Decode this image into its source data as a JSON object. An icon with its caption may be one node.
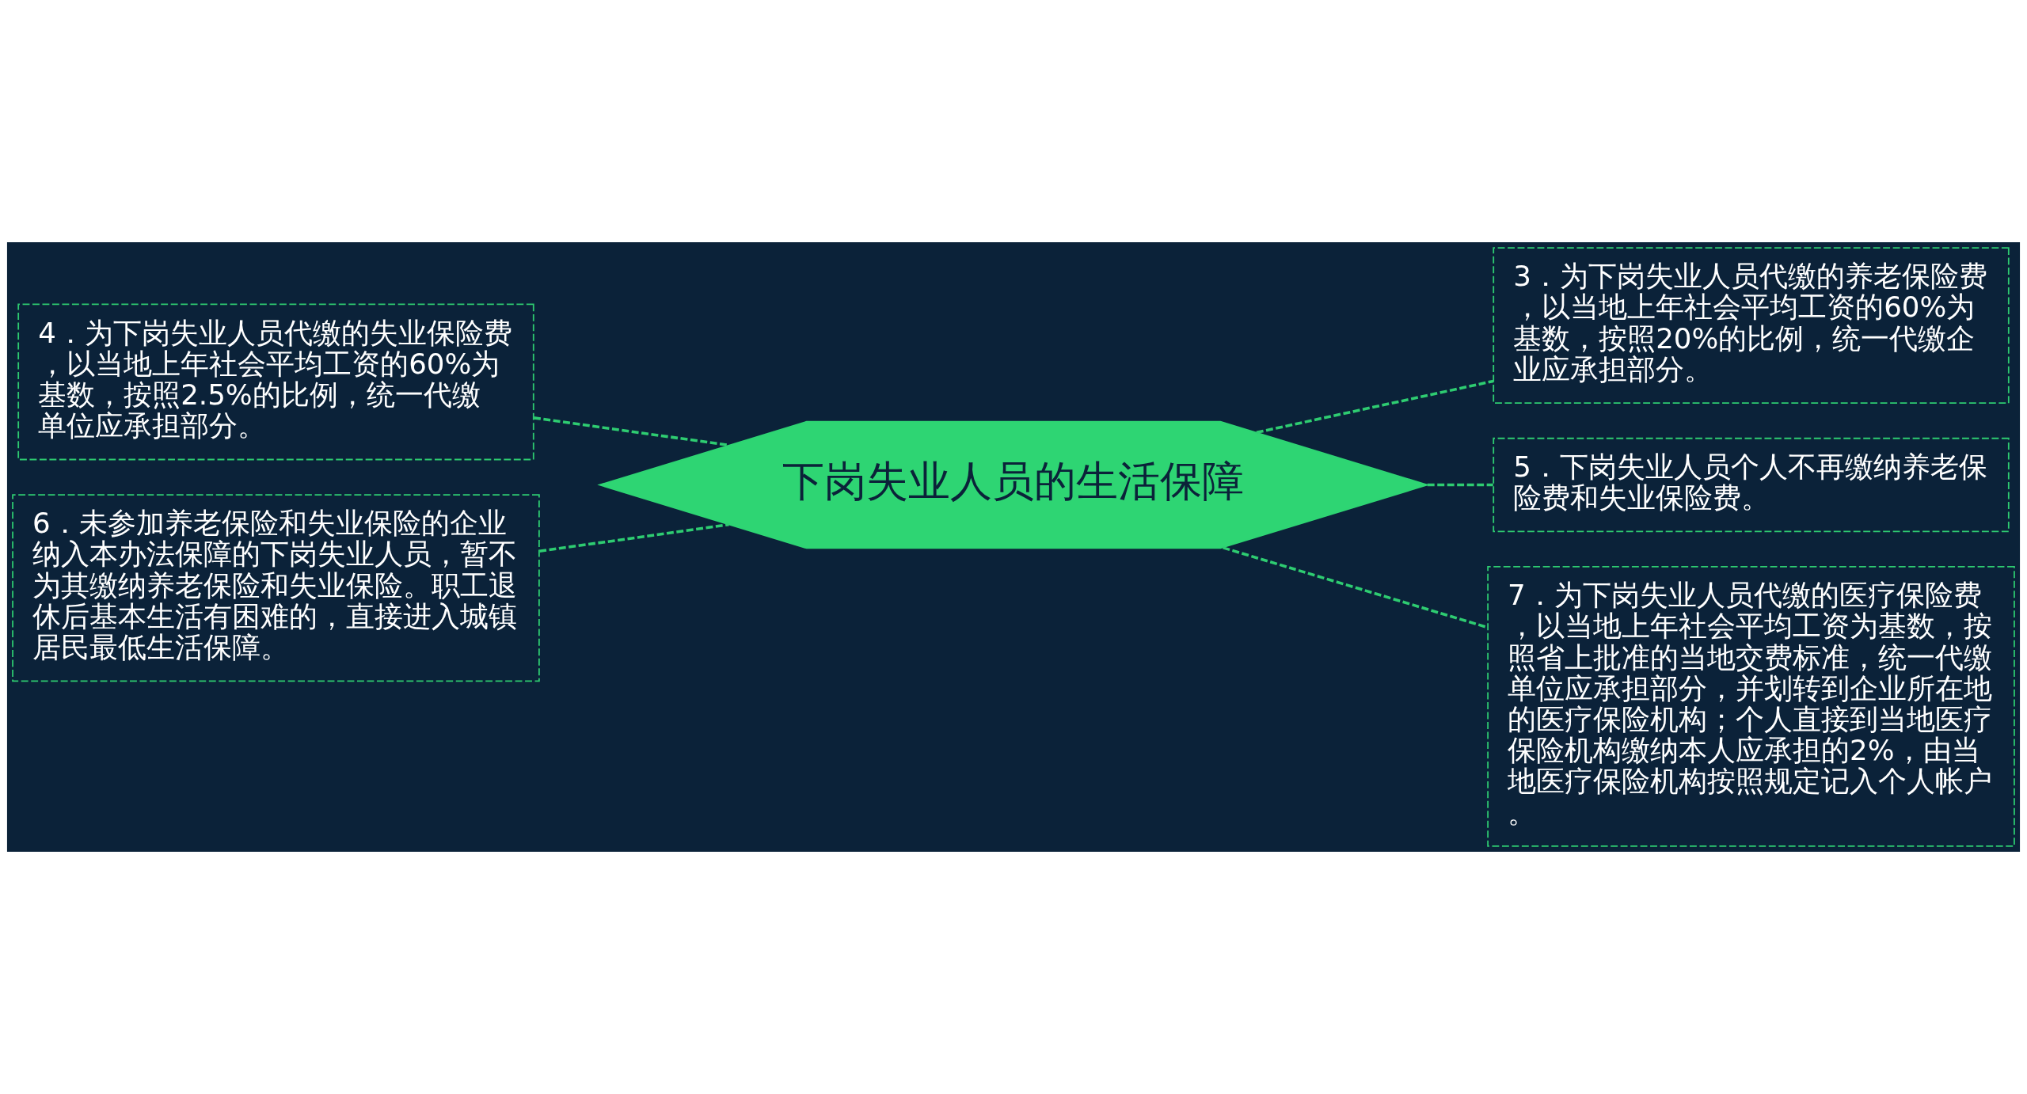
{
  "diagram": {
    "nodes": [
      {
        "text": [
          "下岗失业人员的生活保障"
        ]
      },
      {
        "text": [
          "4．为下岗失业人员代缴的失业保险费，以当地上年社会平均工资的60%为基数，按照2.5%的比例，统一代缴单位应承担部分。"
        ]
      },
      {
        "text": [
          "6．未参加养老保险和失业保险的企业纳入本办法保障的下岗失业人员，暂不为其缴纳养老保险和失业保险。职工退休后基本生活有困难的，直接进入城镇居民最低生活保障。"
        ]
      },
      {
        "text": [
          "3．为下岗失业人员代缴的养老保险费，以当地上年社会平均工资的60%为基数，按照20%的比例，统一代缴企业应承担部分。"
        ]
      },
      {
        "text": [
          "5．下岗失业人员个人不再缴纳养老保险费和失业保险费。"
        ]
      },
      {
        "text": [
          "7．为下岗失业人员代缴的医疗保险费，以当地上年社会平均工资为基数，按照省上批准的当地交费标准，统一代缴单位应承担部分，并划转到企业所在地的医疗保险机构；个人直接到当地医疗保险机构缴纳本人应承担的2%，由当地医疗保险机构按照规定记入个人帐户。"
        ]
      }
    ],
    "edges": [
      {
        "from": 1,
        "to": 0,
        "arrow": "none",
        "style": "dashed"
      },
      {
        "from": 2,
        "to": 0,
        "arrow": "none",
        "style": "dashed"
      },
      {
        "from": 0,
        "to": 3,
        "arrow": "none",
        "style": "dashed"
      },
      {
        "from": 0,
        "to": 4,
        "arrow": "none",
        "style": "dashed"
      },
      {
        "from": 0,
        "to": 5,
        "arrow": "none",
        "style": "dashed"
      }
    ]
  }
}
